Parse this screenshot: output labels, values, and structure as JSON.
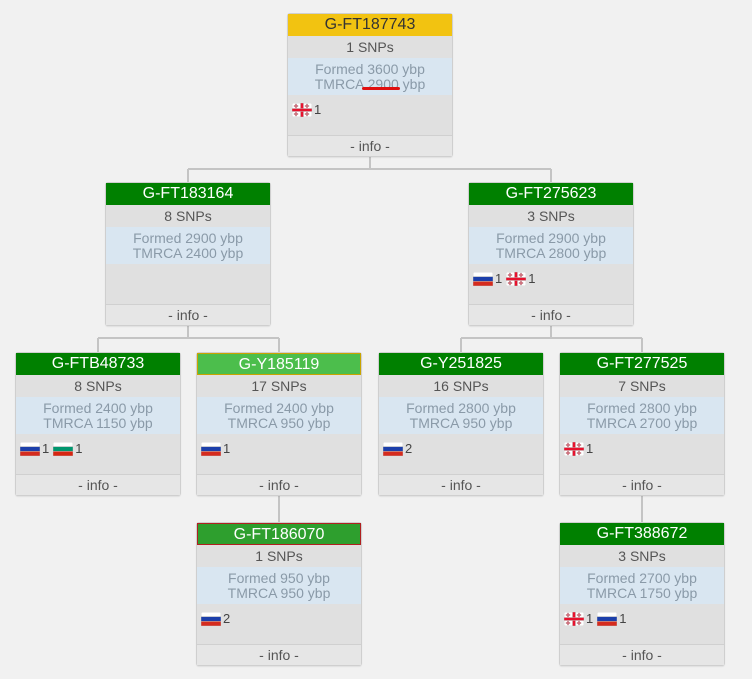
{
  "colors": {
    "yellow": "#f2c311",
    "green": "#008000",
    "light_green": "#4cbe4c",
    "mid_green": "#2e9f2e",
    "connector": "#c4c4c4",
    "highlight_red": "#e01010"
  },
  "nodes": [
    {
      "id": "G-FT187743",
      "color": "yellow",
      "snps": "1 SNPs",
      "formed": "Formed 3600 ybp",
      "tmrca": "TMRCA 2900 ybp",
      "flags": [
        {
          "country": "georgia",
          "count": "1"
        }
      ],
      "info": "- info -"
    },
    {
      "id": "G-FT183164",
      "color": "green",
      "snps": "8 SNPs",
      "formed": "Formed 2900 ybp",
      "tmrca": "TMRCA 2400 ybp",
      "flags": [],
      "info": "- info -"
    },
    {
      "id": "G-FT275623",
      "color": "green",
      "snps": "3 SNPs",
      "formed": "Formed 2900 ybp",
      "tmrca": "TMRCA 2800 ybp",
      "flags": [
        {
          "country": "russia",
          "count": "1"
        },
        {
          "country": "georgia",
          "count": "1"
        }
      ],
      "info": "- info -"
    },
    {
      "id": "G-FTB48733",
      "color": "green",
      "snps": "8 SNPs",
      "formed": "Formed 2400 ybp",
      "tmrca": "TMRCA 1150 ybp",
      "flags": [
        {
          "country": "russia",
          "count": "1"
        },
        {
          "country": "bulgaria",
          "count": "1"
        }
      ],
      "info": "- info -"
    },
    {
      "id": "G-Y185119",
      "color": "light_green",
      "snps": "17 SNPs",
      "formed": "Formed 2400 ybp",
      "tmrca": "TMRCA 950 ybp",
      "flags": [
        {
          "country": "russia",
          "count": "1"
        }
      ],
      "info": "- info -"
    },
    {
      "id": "G-Y251825",
      "color": "green",
      "snps": "16 SNPs",
      "formed": "Formed 2800 ybp",
      "tmrca": "TMRCA 950 ybp",
      "flags": [
        {
          "country": "russia",
          "count": "2"
        }
      ],
      "info": "- info -"
    },
    {
      "id": "G-FT277525",
      "color": "green",
      "snps": "7 SNPs",
      "formed": "Formed 2800 ybp",
      "tmrca": "TMRCA 2700 ybp",
      "flags": [
        {
          "country": "georgia",
          "count": "1"
        }
      ],
      "info": "- info -"
    },
    {
      "id": "G-FT186070",
      "color": "mid_green",
      "snps": "1 SNPs",
      "formed": "Formed 950 ybp",
      "tmrca": "TMRCA 950 ybp",
      "flags": [
        {
          "country": "russia",
          "count": "2"
        }
      ],
      "info": "- info -"
    },
    {
      "id": "G-FT388672",
      "color": "green",
      "snps": "3 SNPs",
      "formed": "Formed 2700 ybp",
      "tmrca": "TMRCA 1750 ybp",
      "flags": [
        {
          "country": "georgia",
          "count": "1"
        },
        {
          "country": "russia",
          "count": "1"
        }
      ],
      "info": "- info -"
    }
  ],
  "edges": [
    [
      "G-FT187743",
      "G-FT183164"
    ],
    [
      "G-FT187743",
      "G-FT275623"
    ],
    [
      "G-FT183164",
      "G-FTB48733"
    ],
    [
      "G-FT183164",
      "G-Y185119"
    ],
    [
      "G-FT275623",
      "G-Y251825"
    ],
    [
      "G-FT275623",
      "G-FT277525"
    ],
    [
      "G-Y185119",
      "G-FT186070"
    ],
    [
      "G-FT277525",
      "G-FT388672"
    ]
  ]
}
